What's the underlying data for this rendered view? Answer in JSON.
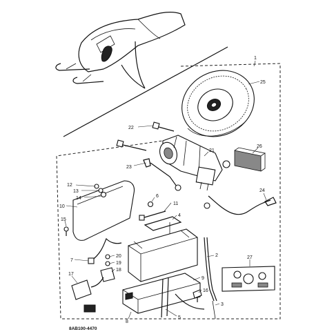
{
  "diagram": {
    "drawing_code": "8AB100-4470",
    "callouts": {
      "c1": "1",
      "c2": "2",
      "c3": "3",
      "c4": "4",
      "c5": "5",
      "c6": "6",
      "c7": "7",
      "c8": "8",
      "c9": "9",
      "c10": "10",
      "c11": "11",
      "c12": "12",
      "c13": "13",
      "c14": "14",
      "c15": "15",
      "c16": "16",
      "c17": "17",
      "c18": "18",
      "c19": "19",
      "c20": "20",
      "c21": "21",
      "c22": "22",
      "c23": "23",
      "c24": "24",
      "c25": "25",
      "c26": "26",
      "c27": "27"
    }
  }
}
